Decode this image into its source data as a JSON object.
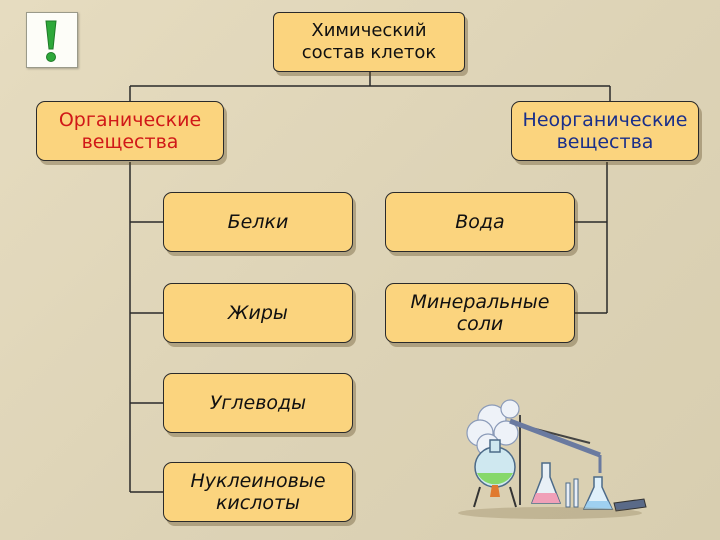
{
  "diagram": {
    "title": "Химический\nсостав клеток",
    "organic": "Органические\nвещества",
    "inorganic": "Неорганические\nвещества",
    "organic_items": [
      "Белки",
      "Жиры",
      "Углеводы",
      "Нуклеиновые\nкислоты"
    ],
    "inorganic_items": [
      "Вода",
      "Минеральные\nсоли"
    ]
  },
  "colors": {
    "box_fill": "#fbd47e",
    "organic_text": "#d01818",
    "inorganic_text": "#1a2f8a",
    "exclamation": "#2ea83a"
  },
  "icons": {
    "corner": "exclamation-icon",
    "illustration": "chemistry-lab-illustration"
  }
}
